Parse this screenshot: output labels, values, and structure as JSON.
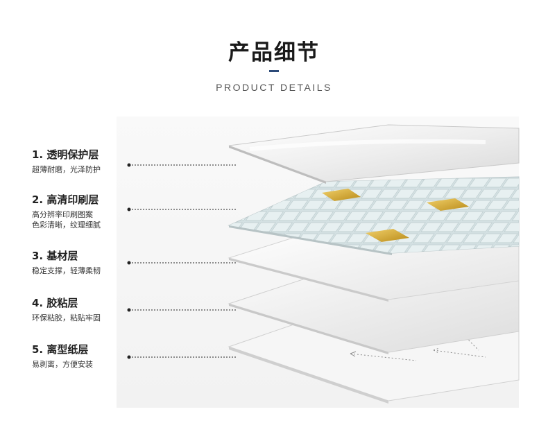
{
  "header": {
    "title": "产品细节",
    "subtitle": "PRODUCT DETAILS"
  },
  "layers": [
    {
      "title": "1. 透明保护层",
      "desc": [
        "超薄耐磨，光泽防护"
      ]
    },
    {
      "title": "2. 高清印刷层",
      "desc": [
        "高分辨率印刷图案",
        "色彩清晰，纹理细腻"
      ]
    },
    {
      "title": "3. 基材层",
      "desc": [
        "稳定支撑，轻薄柔韧"
      ]
    },
    {
      "title": "4. 胶粘层",
      "desc": [
        "环保粘胶，粘贴牢固"
      ]
    },
    {
      "title": "5. 离型纸层",
      "desc": [
        "易剥离，方便安装"
      ]
    }
  ],
  "colors": {
    "accent_bar": "#2c4a78",
    "gold_tile": "#d8b13a",
    "mosaic_tile": "#e6f0f0"
  }
}
